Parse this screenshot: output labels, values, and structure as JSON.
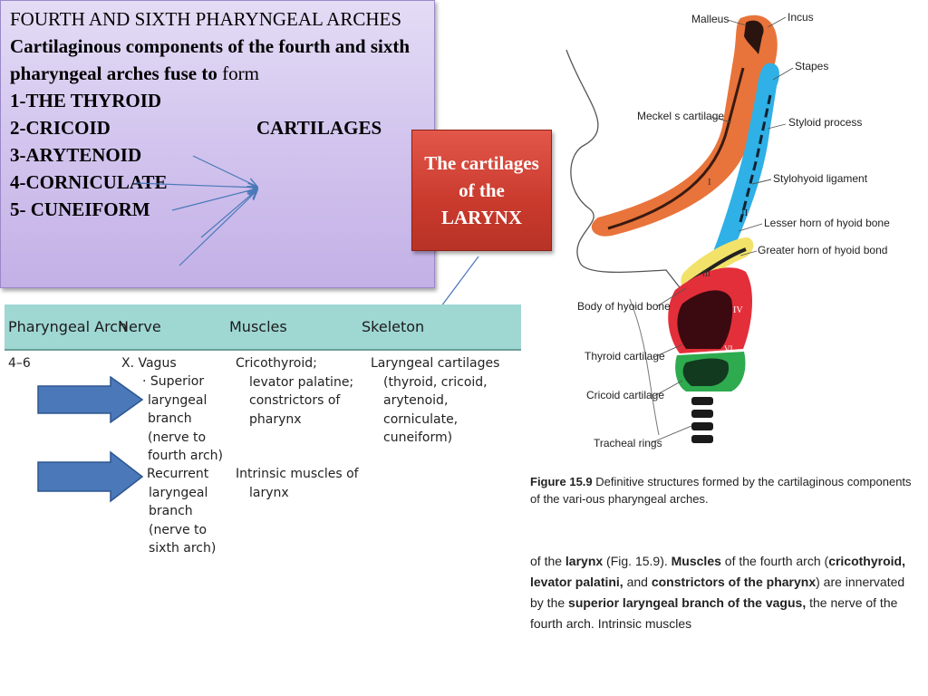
{
  "purple_box": {
    "heading": "FOURTH AND SIXTH PHARYNGEAL ARCHES",
    "statement_bold": "Cartilaginous components of the fourth and sixth pharyngeal arches fuse to",
    "statement_end": "form",
    "items": [
      "1-THE THYROID",
      "2-CRICOID",
      "3-ARYTENOID",
      "4-CORNICULATE",
      "5- CUNEIFORM"
    ],
    "target": "CARTILAGES"
  },
  "callout": {
    "text": "The cartilages of the LARYNX"
  },
  "table": {
    "headers": [
      "Pharyngeal Arch",
      "Nerve",
      "Muscles",
      "Skeleton"
    ],
    "arch": "4–6",
    "nerve_main": "X. Vagus",
    "nerve_superior": [
      "· Superior",
      "laryngeal",
      "branch",
      "(nerve to",
      "fourth arch)"
    ],
    "nerve_recurrent": [
      "Recurrent",
      "laryngeal",
      "branch",
      "(nerve to",
      "sixth arch)"
    ],
    "muscles_1": [
      "Cricothyroid;",
      "levator palatine;",
      "constrictors of",
      "pharynx"
    ],
    "muscles_2": [
      "Intrinsic muscles of",
      "larynx"
    ],
    "skeleton": [
      "Laryngeal cartilages",
      "(thyroid, cricoid,",
      "arytenoid, corniculate,",
      "cuneiform)"
    ]
  },
  "figure": {
    "labels": {
      "malleus": "Malleus",
      "incus": "Incus",
      "stapes": "Stapes",
      "meckel": "Meckel s cartilage",
      "styloid": "Styloid process",
      "stylohyoid": "Stylohyoid ligament",
      "lesser_horn": "Lesser horn of hyoid bone",
      "greater_horn": "Greater horn of hyoid bond",
      "body_hyoid": "Body of hyoid bone",
      "thyroid": "Thyroid cartilage",
      "cricoid": "Cricoid cartilage",
      "tracheal": "Tracheal rings"
    },
    "arch_numerals": [
      "I",
      "II",
      "III",
      "IV",
      "VI"
    ],
    "caption_bold": "Figure 15.9",
    "caption_text": "Definitive structures formed by the cartilaginous components of the vari-ous pharyngeal arches."
  },
  "body_text": {
    "p1": "of the ",
    "b1": "larynx",
    "p2": " (Fig. 15.9). ",
    "b2": "Muscles",
    "p3": " of the fourth arch (",
    "b3": "cricothyroid, levator palatini,",
    "p4": " and ",
    "b4": "constrictors of the pharynx",
    "p5": ") are innervated by the ",
    "b5": "superior laryngeal branch of the vagus,",
    "p6": " the nerve of the fourth arch. Intrinsic muscles"
  },
  "colors": {
    "purple_box": "#d2c4ee",
    "red_box": "#c93a2d",
    "table_header": "#9fd7d3",
    "arrow_blue": "#4a78b8",
    "arch_I": "#e8743b",
    "arch_II": "#2fb0e6",
    "arch_III": "#f2e26a",
    "arch_IV": "#e32f3a",
    "arch_VI": "#2eaa4f"
  }
}
